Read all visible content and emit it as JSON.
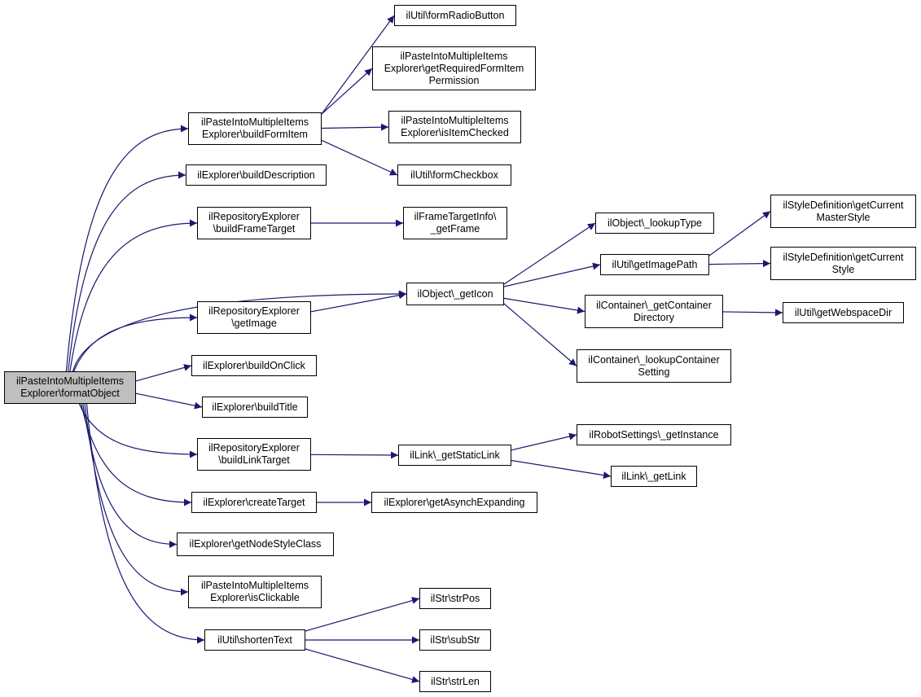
{
  "graph": {
    "edge_color": "#191970",
    "root_fill": "#bfbfbf",
    "node_fill": "#ffffff",
    "nodes": [
      {
        "id": "root",
        "lines": [
          "ilPasteIntoMultipleItems",
          "Explorer\\formatObject"
        ],
        "root": true
      },
      {
        "id": "buildFormItem",
        "lines": [
          "ilPasteIntoMultipleItems",
          "Explorer\\buildFormItem"
        ]
      },
      {
        "id": "buildDescription",
        "lines": [
          "ilExplorer\\buildDescription"
        ]
      },
      {
        "id": "buildFrameTarget",
        "lines": [
          "ilRepositoryExplorer",
          "\\buildFrameTarget"
        ]
      },
      {
        "id": "getImage",
        "lines": [
          "ilRepositoryExplorer",
          "\\getImage"
        ]
      },
      {
        "id": "buildOnClick",
        "lines": [
          "ilExplorer\\buildOnClick"
        ]
      },
      {
        "id": "buildTitle",
        "lines": [
          "ilExplorer\\buildTitle"
        ]
      },
      {
        "id": "buildLinkTarget",
        "lines": [
          "ilRepositoryExplorer",
          "\\buildLinkTarget"
        ]
      },
      {
        "id": "createTarget",
        "lines": [
          "ilExplorer\\createTarget"
        ]
      },
      {
        "id": "getNodeStyleClass",
        "lines": [
          "ilExplorer\\getNodeStyleClass"
        ]
      },
      {
        "id": "isClickable",
        "lines": [
          "ilPasteIntoMultipleItems",
          "Explorer\\isClickable"
        ]
      },
      {
        "id": "shortenText",
        "lines": [
          "ilUtil\\shortenText"
        ]
      },
      {
        "id": "formRadioButton",
        "lines": [
          "ilUtil\\formRadioButton"
        ]
      },
      {
        "id": "getRequiredFormItemPermission",
        "lines": [
          "ilPasteIntoMultipleItems",
          "Explorer\\getRequiredFormItem",
          "Permission"
        ]
      },
      {
        "id": "isItemChecked",
        "lines": [
          "ilPasteIntoMultipleItems",
          "Explorer\\isItemChecked"
        ]
      },
      {
        "id": "formCheckbox",
        "lines": [
          "ilUtil\\formCheckbox"
        ]
      },
      {
        "id": "getFrame",
        "lines": [
          "ilFrameTargetInfo\\",
          "_getFrame"
        ]
      },
      {
        "id": "getIcon",
        "lines": [
          "ilObject\\_getIcon"
        ]
      },
      {
        "id": "getStaticLink",
        "lines": [
          "ilLink\\_getStaticLink"
        ]
      },
      {
        "id": "getAsynchExpanding",
        "lines": [
          "ilExplorer\\getAsynchExpanding"
        ]
      },
      {
        "id": "strPos",
        "lines": [
          "ilStr\\strPos"
        ]
      },
      {
        "id": "subStr",
        "lines": [
          "ilStr\\subStr"
        ]
      },
      {
        "id": "strLen",
        "lines": [
          "ilStr\\strLen"
        ]
      },
      {
        "id": "lookupType",
        "lines": [
          "ilObject\\_lookupType"
        ]
      },
      {
        "id": "getImagePath",
        "lines": [
          "ilUtil\\getImagePath"
        ]
      },
      {
        "id": "getContainerDirectory",
        "lines": [
          "ilContainer\\_getContainer",
          "Directory"
        ]
      },
      {
        "id": "lookupContainerSetting",
        "lines": [
          "ilContainer\\_lookupContainer",
          "Setting"
        ]
      },
      {
        "id": "getInstance",
        "lines": [
          "ilRobotSettings\\_getInstance"
        ]
      },
      {
        "id": "getLink",
        "lines": [
          "ilLink\\_getLink"
        ]
      },
      {
        "id": "getCurrentMasterStyle",
        "lines": [
          "ilStyleDefinition\\getCurrent",
          "MasterStyle"
        ]
      },
      {
        "id": "getCurrentStyle",
        "lines": [
          "ilStyleDefinition\\getCurrent",
          "Style"
        ]
      },
      {
        "id": "getWebspaceDir",
        "lines": [
          "ilUtil\\getWebspaceDir"
        ]
      }
    ],
    "edges": [
      [
        "root",
        "buildFormItem"
      ],
      [
        "root",
        "buildDescription"
      ],
      [
        "root",
        "buildFrameTarget"
      ],
      [
        "root",
        "getIcon"
      ],
      [
        "root",
        "getImage"
      ],
      [
        "root",
        "buildOnClick"
      ],
      [
        "root",
        "buildTitle"
      ],
      [
        "root",
        "buildLinkTarget"
      ],
      [
        "root",
        "createTarget"
      ],
      [
        "root",
        "getNodeStyleClass"
      ],
      [
        "root",
        "isClickable"
      ],
      [
        "root",
        "shortenText"
      ],
      [
        "buildFormItem",
        "formRadioButton"
      ],
      [
        "buildFormItem",
        "getRequiredFormItemPermission"
      ],
      [
        "buildFormItem",
        "isItemChecked"
      ],
      [
        "buildFormItem",
        "formCheckbox"
      ],
      [
        "buildFrameTarget",
        "getFrame"
      ],
      [
        "getImage",
        "getIcon"
      ],
      [
        "buildLinkTarget",
        "getStaticLink"
      ],
      [
        "createTarget",
        "getAsynchExpanding"
      ],
      [
        "shortenText",
        "strPos"
      ],
      [
        "shortenText",
        "subStr"
      ],
      [
        "shortenText",
        "strLen"
      ],
      [
        "getIcon",
        "lookupType"
      ],
      [
        "getIcon",
        "getImagePath"
      ],
      [
        "getIcon",
        "getContainerDirectory"
      ],
      [
        "getIcon",
        "lookupContainerSetting"
      ],
      [
        "getStaticLink",
        "getInstance"
      ],
      [
        "getStaticLink",
        "getLink"
      ],
      [
        "getImagePath",
        "getCurrentMasterStyle"
      ],
      [
        "getImagePath",
        "getCurrentStyle"
      ],
      [
        "getContainerDirectory",
        "getWebspaceDir"
      ]
    ]
  }
}
